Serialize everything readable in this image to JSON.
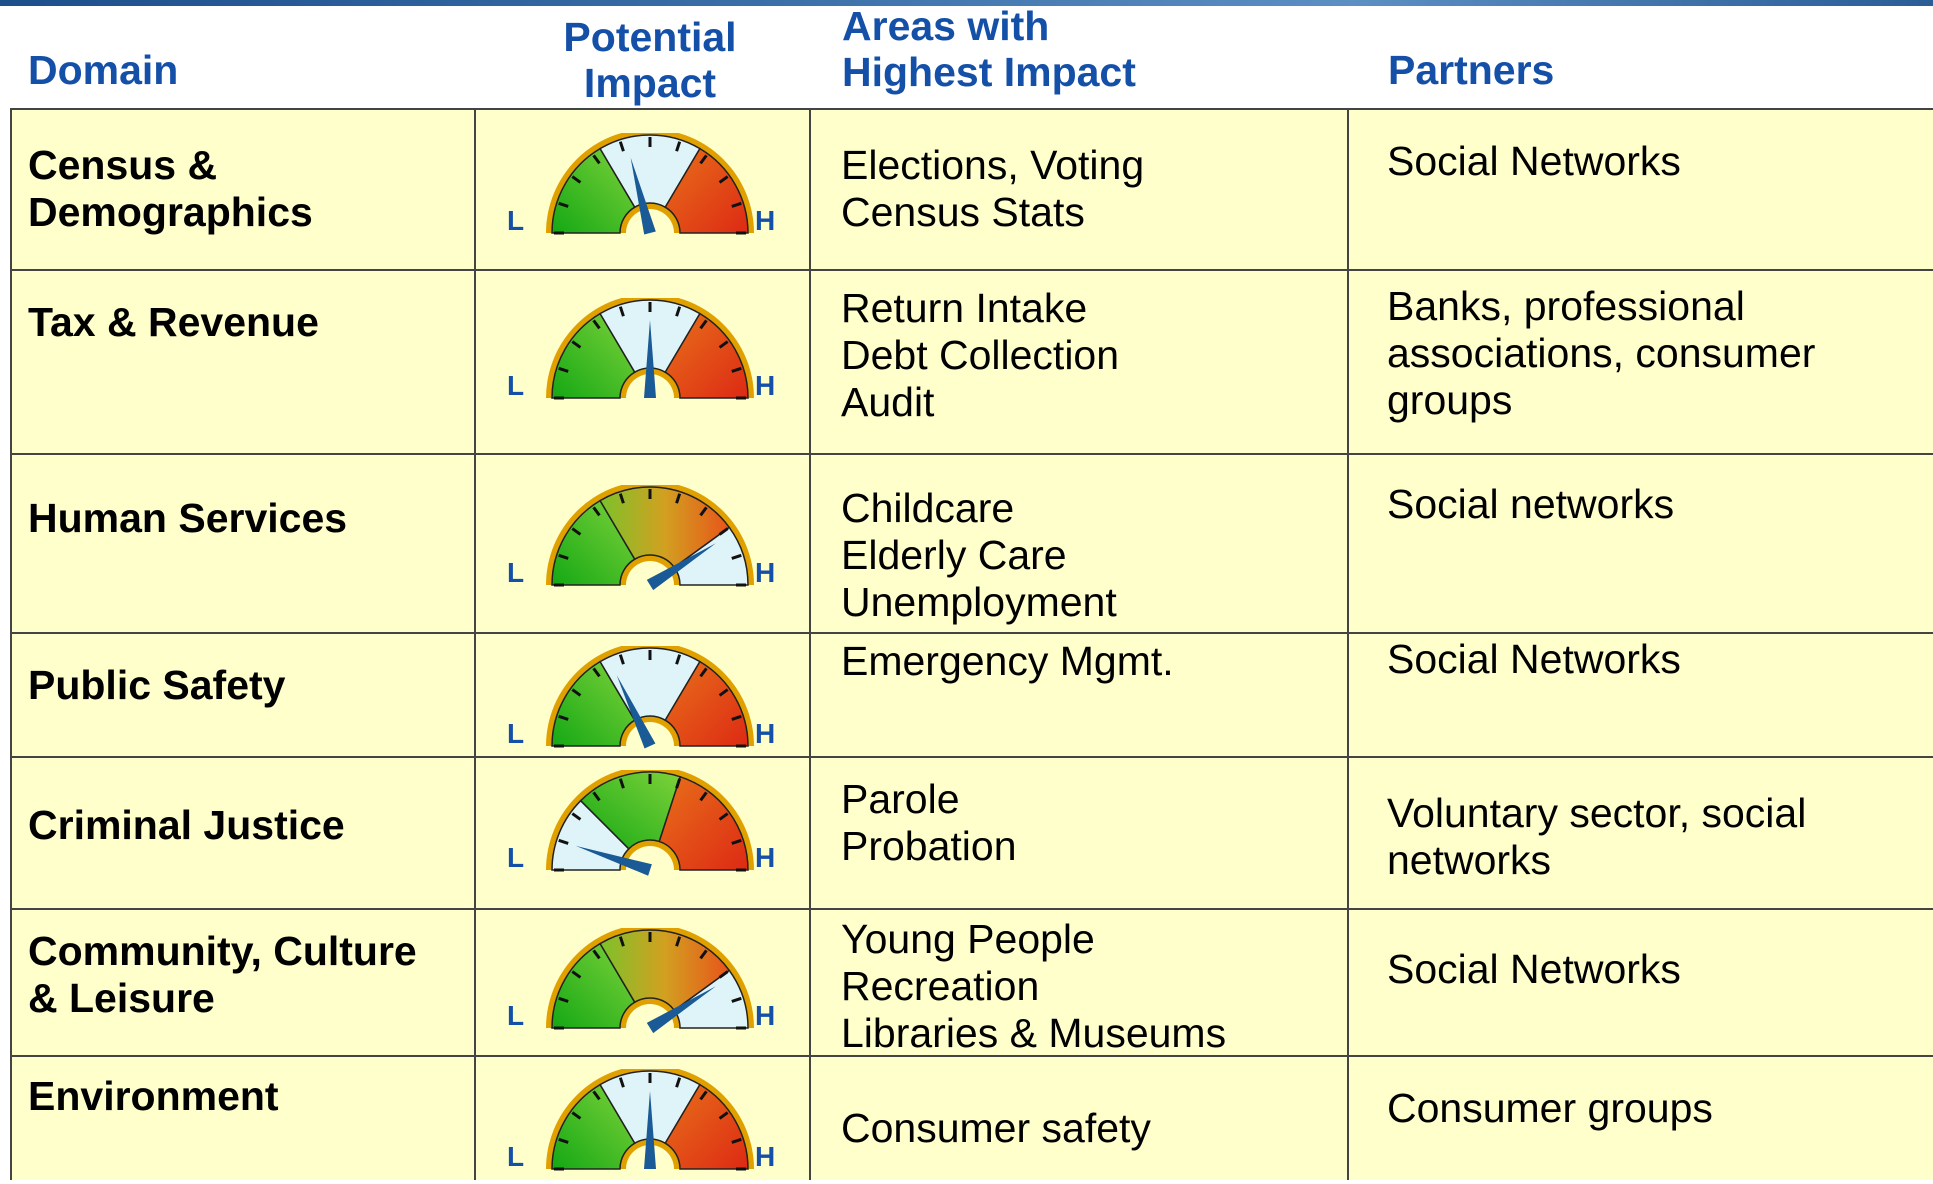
{
  "headers": {
    "domain": "Domain",
    "impact_line1": "Potential",
    "impact_line2": "Impact",
    "areas_line1": "Areas with",
    "areas_line2": "Highest Impact",
    "partners": "Partners"
  },
  "gauge_labels": {
    "low": "L",
    "high": "H"
  },
  "rows": [
    {
      "domain_lines": [
        "Census &",
        "Demographics"
      ],
      "impact": {
        "level": 0.42,
        "segments": [
          "low-green",
          "mid-highlight",
          "high-red"
        ]
      },
      "areas": [
        "Elections, Voting",
        "Census Stats"
      ],
      "partners_lines": [
        "Social Networks"
      ]
    },
    {
      "domain_lines": [
        "Tax & Revenue"
      ],
      "impact": {
        "level": 0.5,
        "segments": [
          "low-green",
          "mid-highlight",
          "high-red"
        ]
      },
      "areas": [
        "Return Intake",
        "Debt Collection",
        "Audit"
      ],
      "partners_lines": [
        "Banks, professional",
        "associations, consumer",
        "groups"
      ]
    },
    {
      "domain_lines": [
        "Human Services"
      ],
      "impact": {
        "level": 0.82,
        "segments": [
          "low-green",
          "mid-orange",
          "high-highlight"
        ]
      },
      "areas": [
        "Childcare",
        "Elderly Care",
        "Unemployment"
      ],
      "partners_lines": [
        "Social networks"
      ]
    },
    {
      "domain_lines": [
        "Public Safety"
      ],
      "impact": {
        "level": 0.36,
        "segments": [
          "low-green",
          "mid-highlight",
          "high-red"
        ]
      },
      "areas": [
        "Emergency Mgmt."
      ],
      "partners_lines": [
        "Social Networks"
      ]
    },
    {
      "domain_lines": [
        "Criminal Justice"
      ],
      "impact": {
        "level": 0.1,
        "segments": [
          "low-highlight",
          "mid-green",
          "high-red"
        ]
      },
      "areas": [
        "Parole",
        "Probation"
      ],
      "partners_lines": [
        "Voluntary sector, social",
        "networks"
      ]
    },
    {
      "domain_lines": [
        "Community, Culture",
        "& Leisure"
      ],
      "impact": {
        "level": 0.82,
        "segments": [
          "low-green",
          "mid-orange",
          "high-highlight"
        ]
      },
      "areas": [
        "Young People",
        "Recreation",
        "Libraries & Museums"
      ],
      "partners_lines": [
        "Social Networks"
      ]
    },
    {
      "domain_lines": [
        "Environment"
      ],
      "impact": {
        "level": 0.5,
        "segments": [
          "low-green",
          "mid-highlight",
          "high-red"
        ]
      },
      "areas": [
        "Consumer safety"
      ],
      "partners_lines": [
        "Consumer groups"
      ]
    }
  ],
  "colors": {
    "header_text": "#1550a8",
    "table_bg": "#ffffcc",
    "gauge_rim": "#e0a000",
    "gauge_highlight": "#dff4f8",
    "needle": "#1a5a96",
    "green": "#22b222",
    "red": "#e23a1a"
  }
}
